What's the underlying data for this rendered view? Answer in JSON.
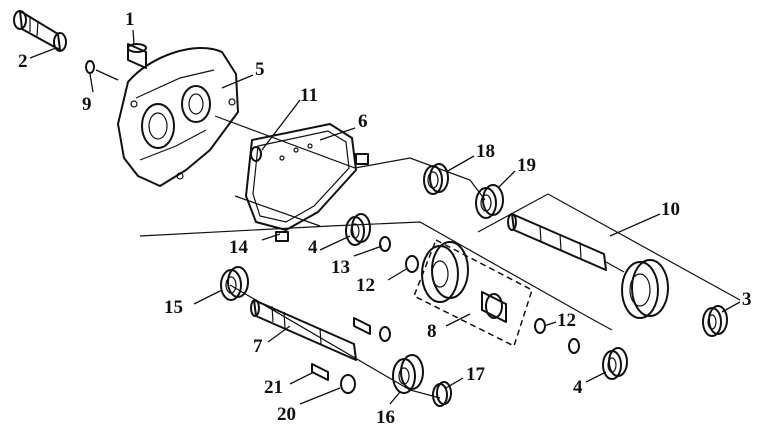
{
  "callouts": {
    "c1": "1",
    "c2": "2",
    "c3": "3",
    "c4a": "4",
    "c4b": "4",
    "c5": "5",
    "c6": "6",
    "c7": "7",
    "c8": "8",
    "c9": "9",
    "c10": "10",
    "c11": "11",
    "c12a": "12",
    "c12b": "12",
    "c13": "13",
    "c14": "14",
    "c15": "15",
    "c16": "16",
    "c17": "17",
    "c18": "18",
    "c19": "19",
    "c20": "20",
    "c21": "21"
  }
}
